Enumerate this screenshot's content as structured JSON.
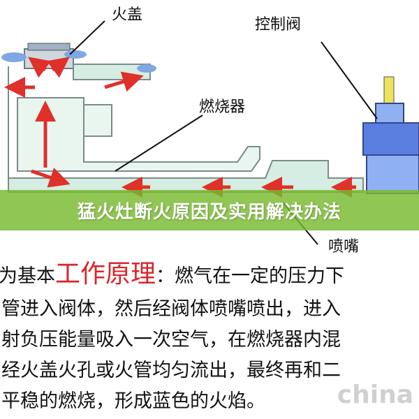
{
  "labels": {
    "fire_cover": "火盖",
    "control_valve": "控制阀",
    "burner": "燃烧器",
    "nozzle": "喷嘴"
  },
  "title": "猛火灶断火原因及实用解决办法",
  "description": {
    "line1_prefix": "为基本",
    "line1_highlight": "工作原理",
    "line1_suffix": "：燃气在一定的压力下",
    "line2": "管进入阀体，然后经阀体喷嘴喷出，进入",
    "line3": "射负压能量吸入一次空气，在燃烧器内混",
    "line4": "经火盖火孔或火管均匀流出，最终再和二",
    "line5": "平稳的燃烧，形成蓝色的火焰。"
  },
  "watermark": "china",
  "colors": {
    "banner": "#78b92d",
    "accent_red": "#d8262b",
    "burner_fill": "#d5ede2",
    "valve_blue": "#5a7fe0",
    "valve_yellow": "#ede25a",
    "cap_blue": "#7fa7e6",
    "arrow_red": "#e0302a"
  }
}
